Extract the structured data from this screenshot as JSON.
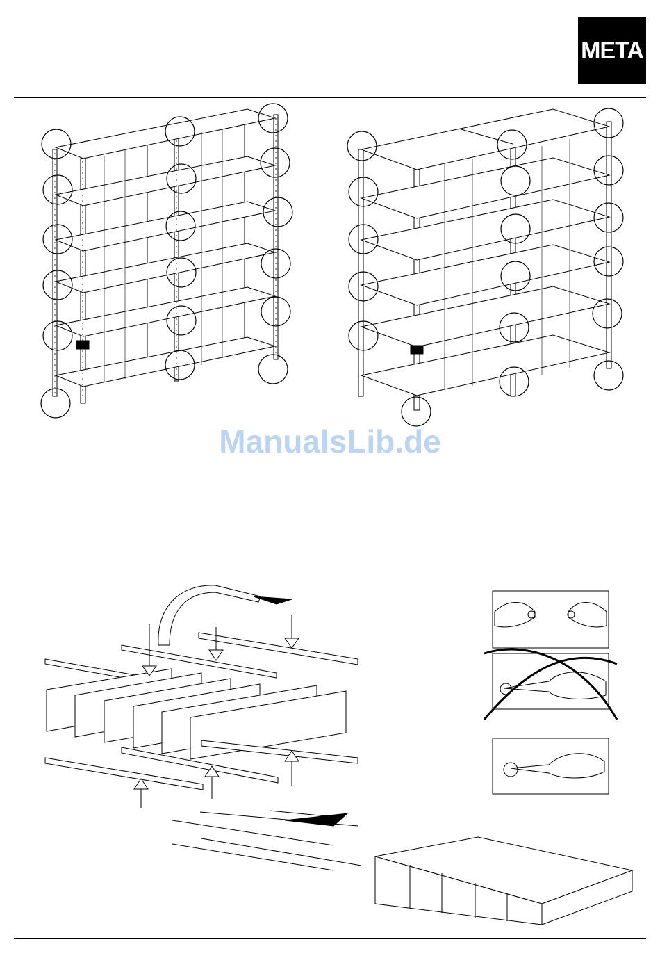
{
  "header": {
    "logo_text": "META"
  },
  "watermark": {
    "text": "ManualsLib.de"
  },
  "colors": {
    "ink": "#000000",
    "watermark": "#b9d4f4",
    "background": "#ffffff"
  },
  "figures": {
    "shelf_single": {
      "callout_count": 18
    },
    "shelf_double": {
      "callout_count": 18
    },
    "icons": [
      "hand-tighten-icon",
      "no-wrench-icon",
      "wrench-icon"
    ]
  }
}
